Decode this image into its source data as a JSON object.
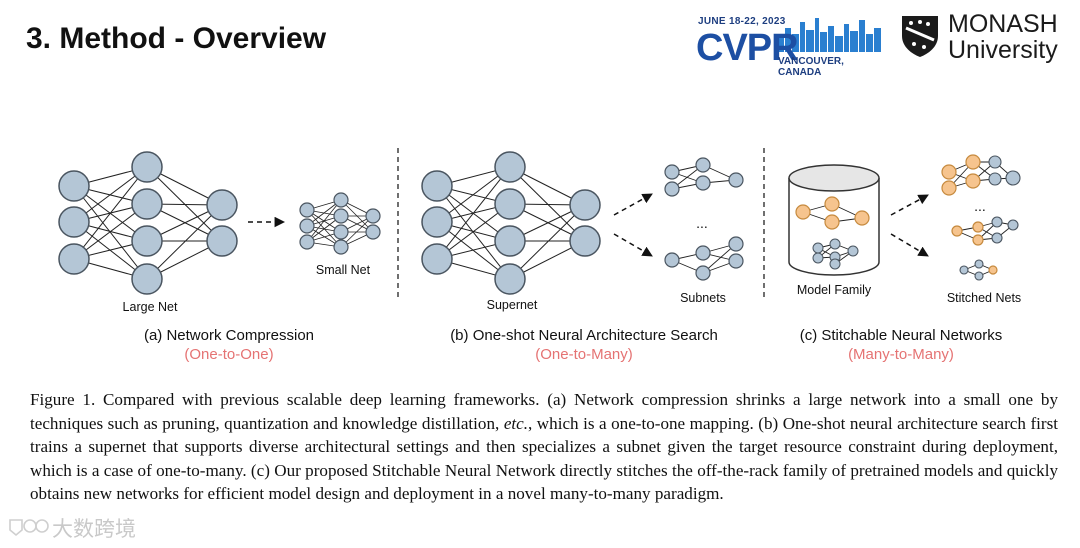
{
  "slide": {
    "title": "3. Method - Overview"
  },
  "conference": {
    "date": "JUNE 18-22, 2023",
    "name": "CVPR",
    "city": "VANCOUVER, CANADA"
  },
  "university": {
    "name_line1": "MONASH",
    "name_line2": "University"
  },
  "figure": {
    "panels": [
      {
        "label": "(a) Network Compression",
        "relation": "(One-to-One)",
        "left_label": "Large Net",
        "right_label": "Small Net"
      },
      {
        "label": "(b) One-shot Neural Architecture Search",
        "relation": "(One-to-Many)",
        "left_label": "Supernet",
        "right_label": "Subnets",
        "ellipsis": "..."
      },
      {
        "label": "(c) Stitchable Neural Networks",
        "relation": "(Many-to-Many)",
        "left_label": "Model Family",
        "right_label": "Stitched Nets",
        "ellipsis": "..."
      }
    ],
    "caption_parts": {
      "p1": "Figure 1. Compared with previous scalable deep learning frameworks. (a) Network compression shrinks a large network into a small one by techniques such as pruning, quantization and knowledge distillation, ",
      "etc": "etc.",
      "p2": ", which is a one-to-one mapping. (b) One-shot neural architecture search first trains a supernet that supports diverse architectural settings and then specializes a subnet given the target resource constraint during deployment, which is a case of one-to-many. (c) Our proposed Stitchable Neural Network directly stitches the off-the-rack family of pretrained models and quickly obtains new networks for efficient model design and deployment in a novel many-to-many paradigm."
    },
    "colors": {
      "node": "#b4c6d6",
      "node_stroke": "#4a5560",
      "stitch_node": "#f6c48e",
      "stitch_stroke": "#c68a3e",
      "relation_text": "#e57373"
    }
  },
  "watermark": {
    "text": "大数跨境"
  }
}
